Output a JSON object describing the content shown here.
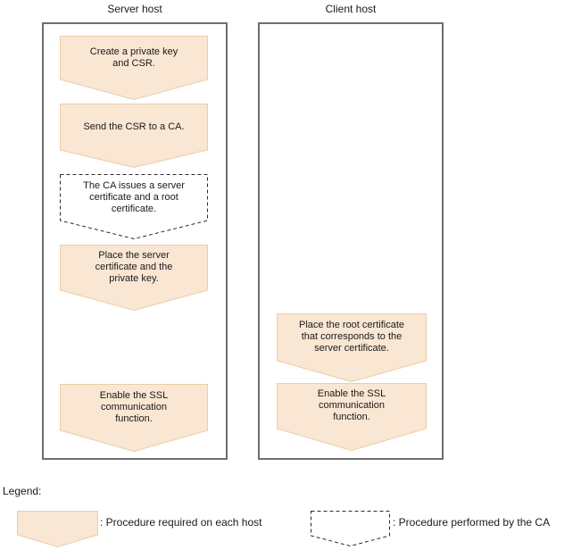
{
  "diagram": {
    "server_host": {
      "title": "Server host",
      "steps": [
        {
          "label": "Create a private key\nand CSR.",
          "style": "solid"
        },
        {
          "label": "Send the CSR to a CA.",
          "style": "solid"
        },
        {
          "label": "The CA issues a server\ncertificate and a root\ncertificate.",
          "style": "dashed"
        },
        {
          "label": "Place the server\ncertificate and the\nprivate key.",
          "style": "solid"
        },
        {
          "label": "Enable the SSL\ncommunication\nfunction.",
          "style": "solid"
        }
      ]
    },
    "client_host": {
      "title": "Client host",
      "steps": [
        {
          "label": "Place the root certificate\nthat corresponds to the\nserver certificate.",
          "style": "solid"
        },
        {
          "label": "Enable the SSL\ncommunication\nfunction.",
          "style": "solid"
        }
      ]
    }
  },
  "legend": {
    "title": "Legend:",
    "items": [
      {
        "label": ": Procedure required on each host",
        "style": "solid"
      },
      {
        "label": ": Procedure performed by the CA",
        "style": "dashed"
      }
    ]
  },
  "colors": {
    "step_fill": "#f9e6d3",
    "step_border": "#ebcda9",
    "host_border": "#6e6e6e",
    "dashed_border": "#2b2b2b",
    "text": "#1a1a1a"
  }
}
